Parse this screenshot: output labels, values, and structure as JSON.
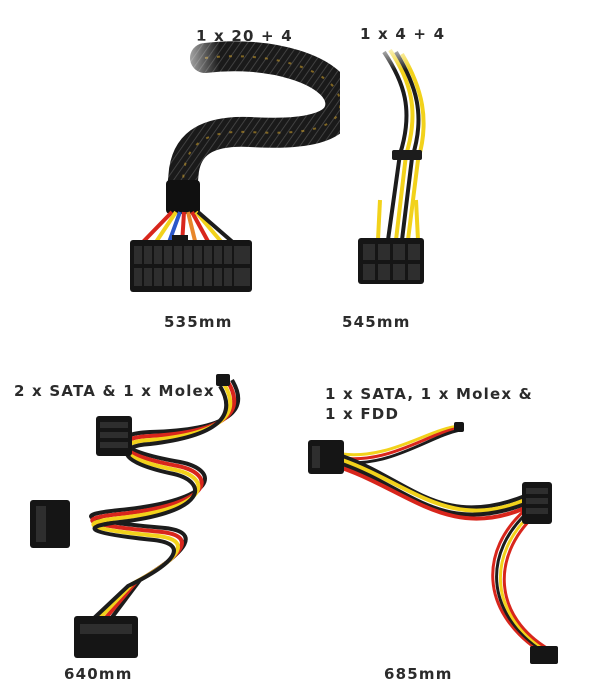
{
  "cables": [
    {
      "connector": "1 x 20 + 4",
      "length": "535mm",
      "icon": "atx-24pin-sleeved-cable-photo"
    },
    {
      "connector": "1 x 4 + 4",
      "length": "545mm",
      "icon": "eps-8pin-cable-photo"
    },
    {
      "connector": "2 x SATA & 1 x Molex",
      "length": "640mm",
      "icon": "sata-molex-cable-photo"
    },
    {
      "connector_line1": "1 x SATA, 1 x Molex &",
      "connector_line2": "1 x FDD",
      "length": "685mm",
      "icon": "sata-molex-fdd-cable-photo"
    }
  ],
  "colors": {
    "text": "#2b2b2b",
    "sleeve": "#1a1a1a",
    "wire_yellow": "#f2d21b",
    "wire_red": "#d8261c",
    "wire_black": "#1c1c1c",
    "connector_black": "#151515"
  }
}
